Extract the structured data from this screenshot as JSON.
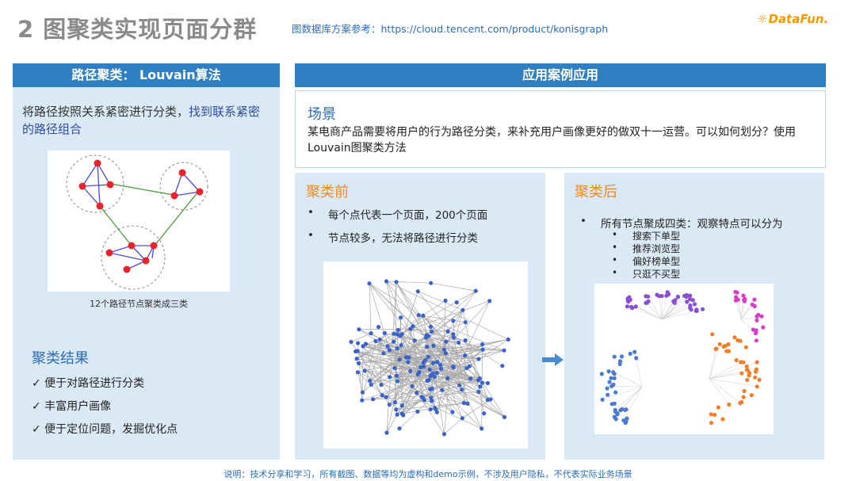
{
  "header": {
    "title": "2 图聚类实现页面分群",
    "reference": "图数据库方案参考：https://cloud.tencent.com/product/konisgraph",
    "logo": "DataFun."
  },
  "left": {
    "heading": "路径聚类： Louvain算法",
    "desc_plain": "将路径按照关系紧密进行分类，",
    "desc_highlight": "找到联系紧密的路径组合",
    "figure_caption": "12个路径节点聚类成三类",
    "result_title": "聚类结果",
    "results": [
      "✓ 便于对路径进行分类",
      "✓ 丰富用户画像",
      "✓ 便于定位问题，发掘优化点"
    ]
  },
  "right": {
    "heading": "应用案例应用",
    "scene_title": "场景",
    "scene_text": "某电商产品需要将用户的行为路径分类，来补充用户画像更好的做双十一运营。可以如何划分？使用Louvain图聚类方法",
    "before": {
      "title": "聚类前",
      "bullets": [
        "每个点代表一个页面，200个页面",
        "节点较多，无法将路径进行分类"
      ]
    },
    "after": {
      "title": "聚类后",
      "bullet": "所有节点聚成四类：观察特点可以分为",
      "sub_bullets": [
        "搜索下单型",
        "推荐浏览型",
        "偏好榜单型",
        "只逛不买型"
      ]
    }
  },
  "footer": "说明：技术分享和学习，所有截图、数据等均为虚构和demo示例，不涉及用户隐私，不代表实际业务场景",
  "colors": {
    "accent_blue": "#2f7fc1",
    "panel_bg": "#dbe9f6",
    "orange": "#f08a1c",
    "node_red": "#e8232a",
    "node_blue": "#3a62c9",
    "cluster_purple": "#8a4fd0",
    "cluster_magenta": "#d43fc4",
    "cluster_orange": "#ef7f2a",
    "cluster_blue": "#4a7bd0"
  }
}
